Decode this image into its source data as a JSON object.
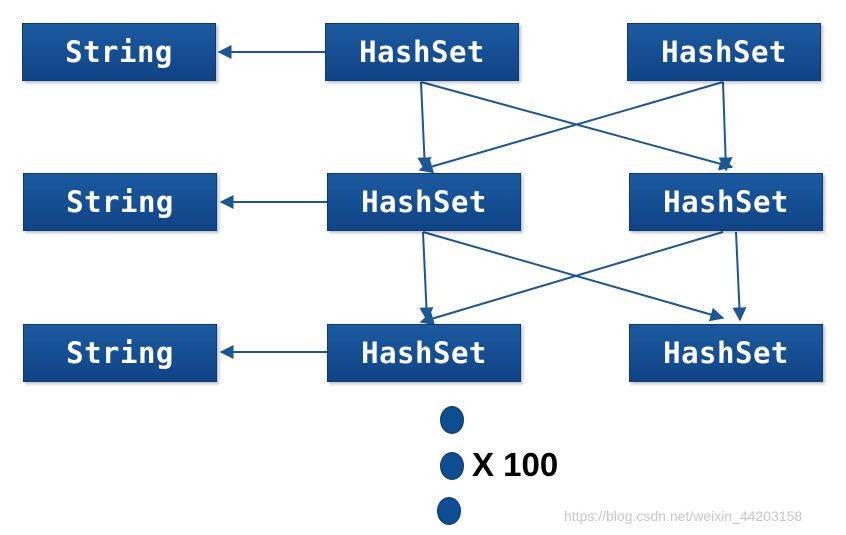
{
  "nodes": {
    "r1_string": "String",
    "r1_hashset_a": "HashSet",
    "r1_hashset_b": "HashSet",
    "r2_string": "String",
    "r2_hashset_a": "HashSet",
    "r2_hashset_b": "HashSet",
    "r3_string": "String",
    "r3_hashset_a": "HashSet",
    "r3_hashset_b": "HashSet"
  },
  "multiplier_label": "X 100",
  "watermark": "https://blog.csdn.net/weixin_44203158",
  "colors": {
    "box_fill": "#1c5aa0",
    "arrow": "#1b5794",
    "dot": "#0f4d92"
  }
}
